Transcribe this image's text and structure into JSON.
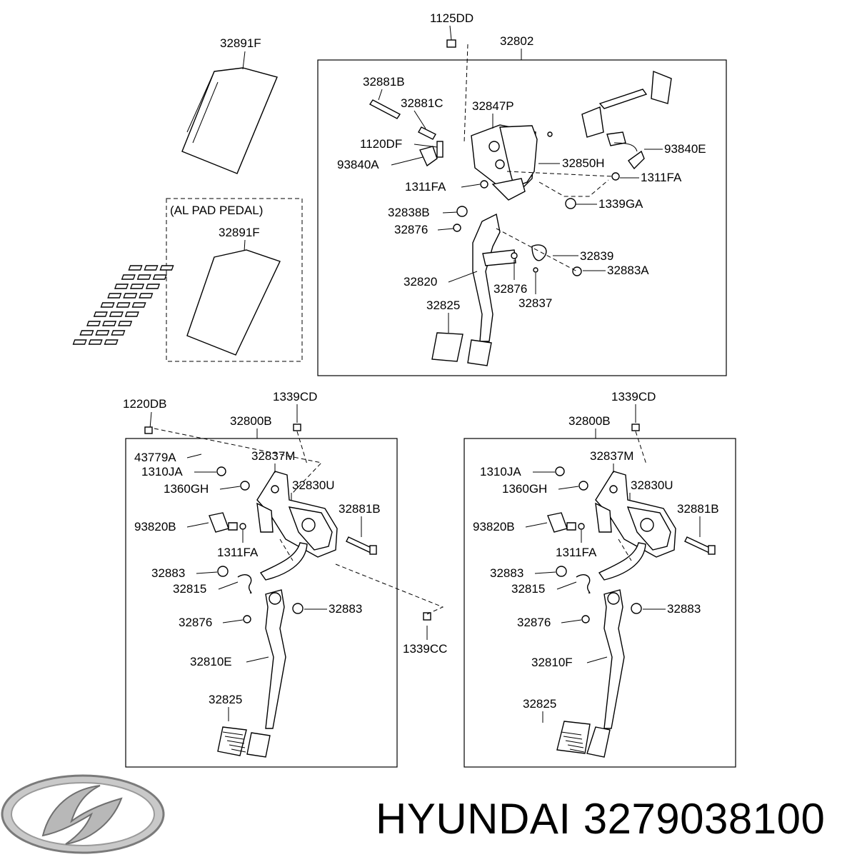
{
  "brand": {
    "logo": "hyundai-logo",
    "text": "HYUNDAI 3279038100"
  },
  "top_left": {
    "pad_label": "32891F",
    "al_pad_title": "(AL PAD PEDAL)",
    "al_pad_label": "32891F"
  },
  "top_assembly": {
    "assembly_label": "32802",
    "bolt_label": "1125DD",
    "callouts": [
      "32881B",
      "32881C",
      "32847P",
      "1120DF",
      "93840A",
      "1311FA",
      "32850H",
      "93840E",
      "1311FA",
      "1339GA",
      "32838B",
      "32876",
      "32839",
      "32883A",
      "32820",
      "32876",
      "32837",
      "32825"
    ]
  },
  "left_assembly": {
    "assembly_label": "32800B",
    "bolt_label": "1220DB",
    "nut_label": "1339CD",
    "nut2_label": "1339CC",
    "callouts": [
      "43779A",
      "32837M",
      "1310JA",
      "32830U",
      "1360GH",
      "32881B",
      "93820B",
      "1311FA",
      "32883",
      "32815",
      "32883",
      "32876",
      "32810E",
      "32825"
    ]
  },
  "right_assembly": {
    "assembly_label": "32800B",
    "nut_label": "1339CD",
    "callouts": [
      "32837M",
      "1310JA",
      "32830U",
      "1360GH",
      "32881B",
      "93820B",
      "1311FA",
      "32883",
      "32815",
      "32883",
      "32876",
      "32810F",
      "32825"
    ]
  }
}
